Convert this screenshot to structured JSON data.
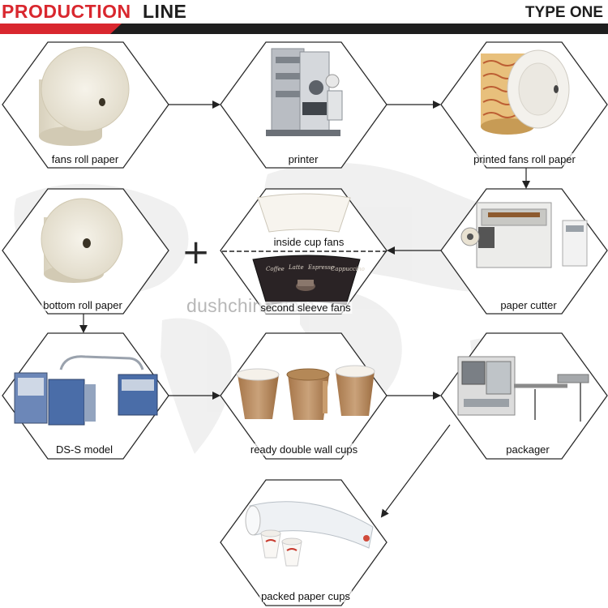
{
  "header": {
    "title_part1": "PRODUCTION",
    "title_part2": "LINE",
    "subtitle": "TYPE ONE",
    "accent_color": "#d9272e",
    "dark_color": "#1e1e1e"
  },
  "watermark": "dushchina.com",
  "plus_symbol": "+",
  "steps": {
    "fans_roll_paper": "fans roll paper",
    "printer": "printer",
    "printed_fans_roll_paper": "printed fans roll paper",
    "bottom_roll_paper": "bottom roll paper",
    "inside_cup_fans": "inside cup fans",
    "second_sleeve_fans": "second sleeve fans",
    "paper_cutter": "paper cutter",
    "ds_s_model": "DS-S model",
    "ready_double_wall_cups": "ready double wall cups",
    "packager": "packager",
    "packed_paper_cups": "packed paper cups"
  },
  "sleeve_print_words": [
    "Coffee",
    "Latte",
    "Espresso",
    "Cappuccino"
  ]
}
